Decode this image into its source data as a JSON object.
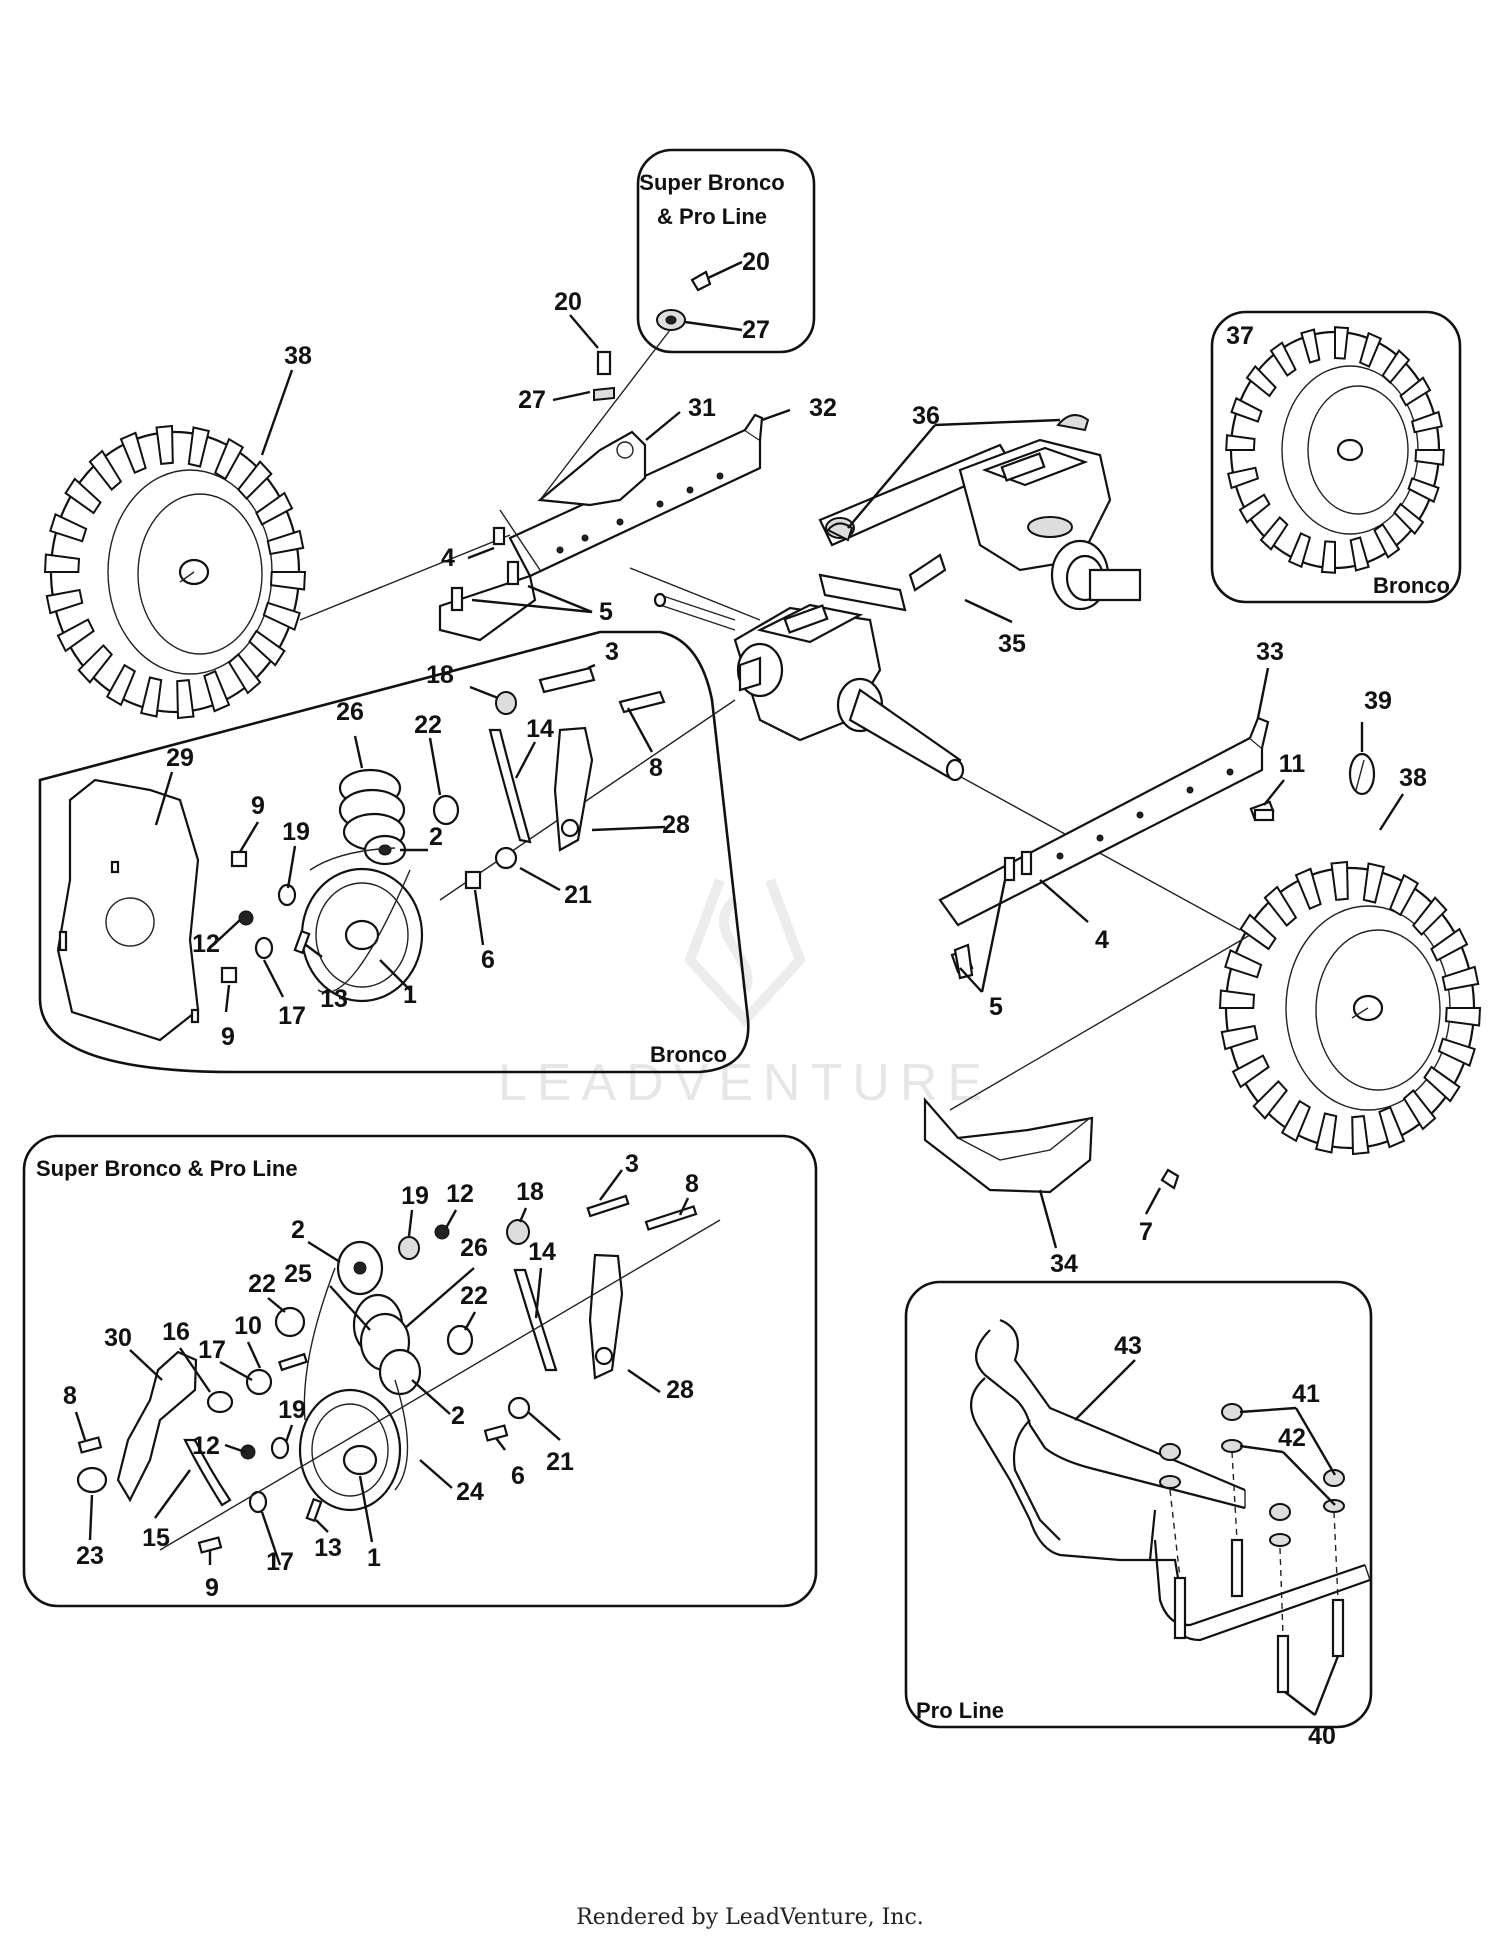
{
  "footer": "Rendered by LeadVenture, Inc.",
  "watermark": "LEADVENTURE",
  "panels": {
    "super_bronco_top": [
      "Super Bronco",
      "& Pro Line"
    ],
    "bronco_wheel": "Bronco",
    "bronco_drive": "Bronco",
    "super_bronco_drive": "Super Bronco & Pro Line",
    "pro_line_bumper": "Pro Line"
  },
  "callouts": {
    "main": [
      "38",
      "20",
      "27",
      "31",
      "32",
      "36",
      "4",
      "5",
      "35",
      "3",
      "18",
      "26",
      "22",
      "14",
      "8",
      "29",
      "9",
      "19",
      "2",
      "28",
      "12",
      "21",
      "6",
      "1",
      "13",
      "17",
      "9",
      "33",
      "39",
      "11",
      "38",
      "4",
      "5",
      "34",
      "7"
    ],
    "sb_top": [
      "20",
      "27"
    ],
    "wheel37": "37",
    "sbpl": [
      "3",
      "19",
      "12",
      "18",
      "8",
      "2",
      "26",
      "14",
      "25",
      "22",
      "22",
      "30",
      "16",
      "10",
      "17",
      "19",
      "28",
      "8",
      "12",
      "2",
      "21",
      "6",
      "24",
      "23",
      "15",
      "9",
      "17",
      "13",
      "1"
    ],
    "proline": [
      "43",
      "41",
      "42",
      "40"
    ]
  }
}
